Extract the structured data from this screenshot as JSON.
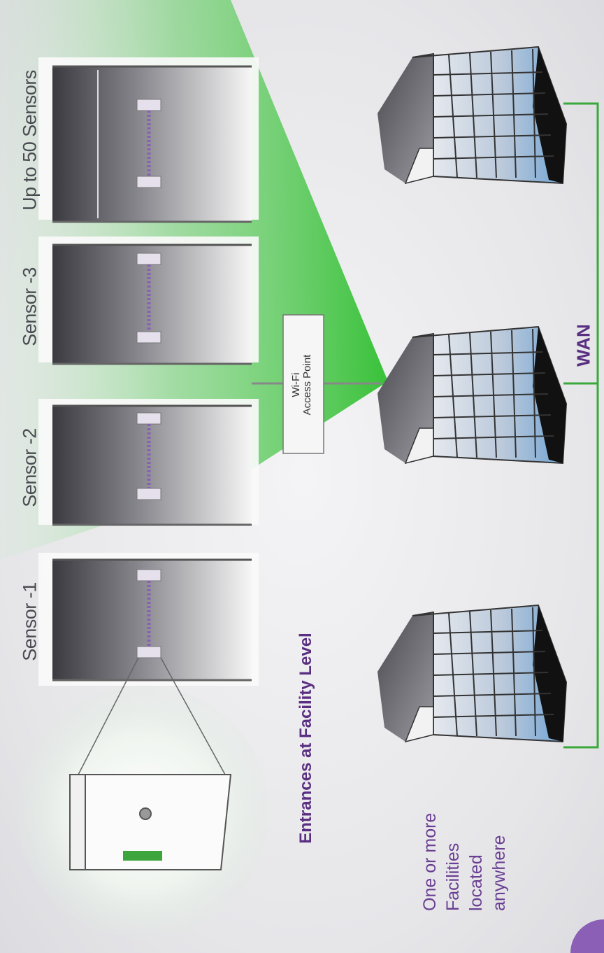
{
  "sensors": [
    {
      "label": "Sensor -1"
    },
    {
      "label": "Sensor -2"
    },
    {
      "label": "Sensor -3"
    },
    {
      "label": "Up to 50 Sensors"
    }
  ],
  "access_point": {
    "line1": "Wi-Fi",
    "line2": "Access Point"
  },
  "entrances_label": "Entrances at Facility Level",
  "wan_label": "WAN",
  "facilities_text": [
    "One or more",
    "Facilities",
    "located",
    "anywhere"
  ],
  "colors": {
    "green": "#3fbf3f",
    "purple": "#5a2f82",
    "wan_line": "#3aa83a"
  }
}
